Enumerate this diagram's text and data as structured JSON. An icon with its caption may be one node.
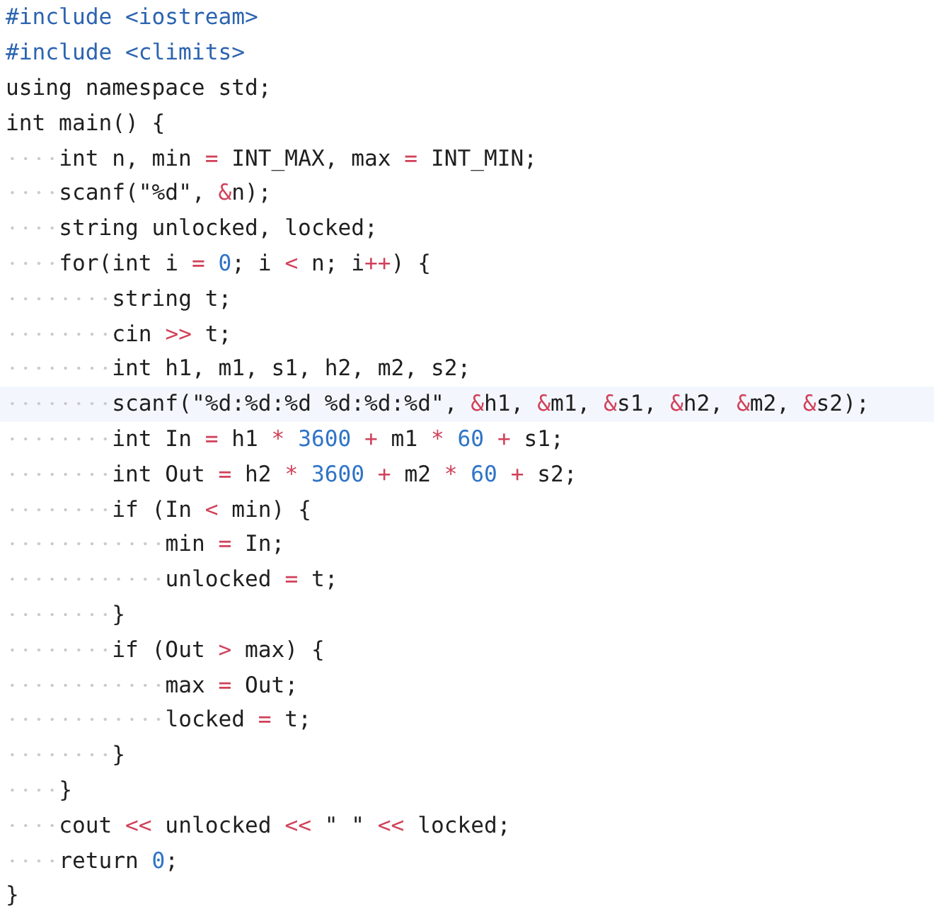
{
  "diagram": {
    "labels": [
      "#include <iostream>",
      "#include <climits>",
      "using namespace std;",
      "int main() {",
      "    int n, min = INT_MAX, max = INT_MIN;",
      "    scanf(\"%d\", &n);",
      "    string unlocked, locked;",
      "    for(int i = 0; i < n; i++) {",
      "        string t;",
      "        cin >> t;",
      "        int h1, m1, s1, h2, m2, s2;",
      "        scanf(\"%d:%d:%d %d:%d:%d\", &h1, &m1, &s1, &h2, &m2, &s2);",
      "        int In = h1 * 3600 + m1 * 60 + s1;",
      "        int Out = h2 * 3600 + m2 * 60 + s2;",
      "        if (In < min) {",
      "            min = In;",
      "            unlocked = t;",
      "        }",
      "        if (Out > max) {",
      "            max = Out;",
      "            locked = t;",
      "        }",
      "    }",
      "    cout << unlocked << \" \" << locked;",
      "    return 0;",
      "}"
    ]
  }
}
